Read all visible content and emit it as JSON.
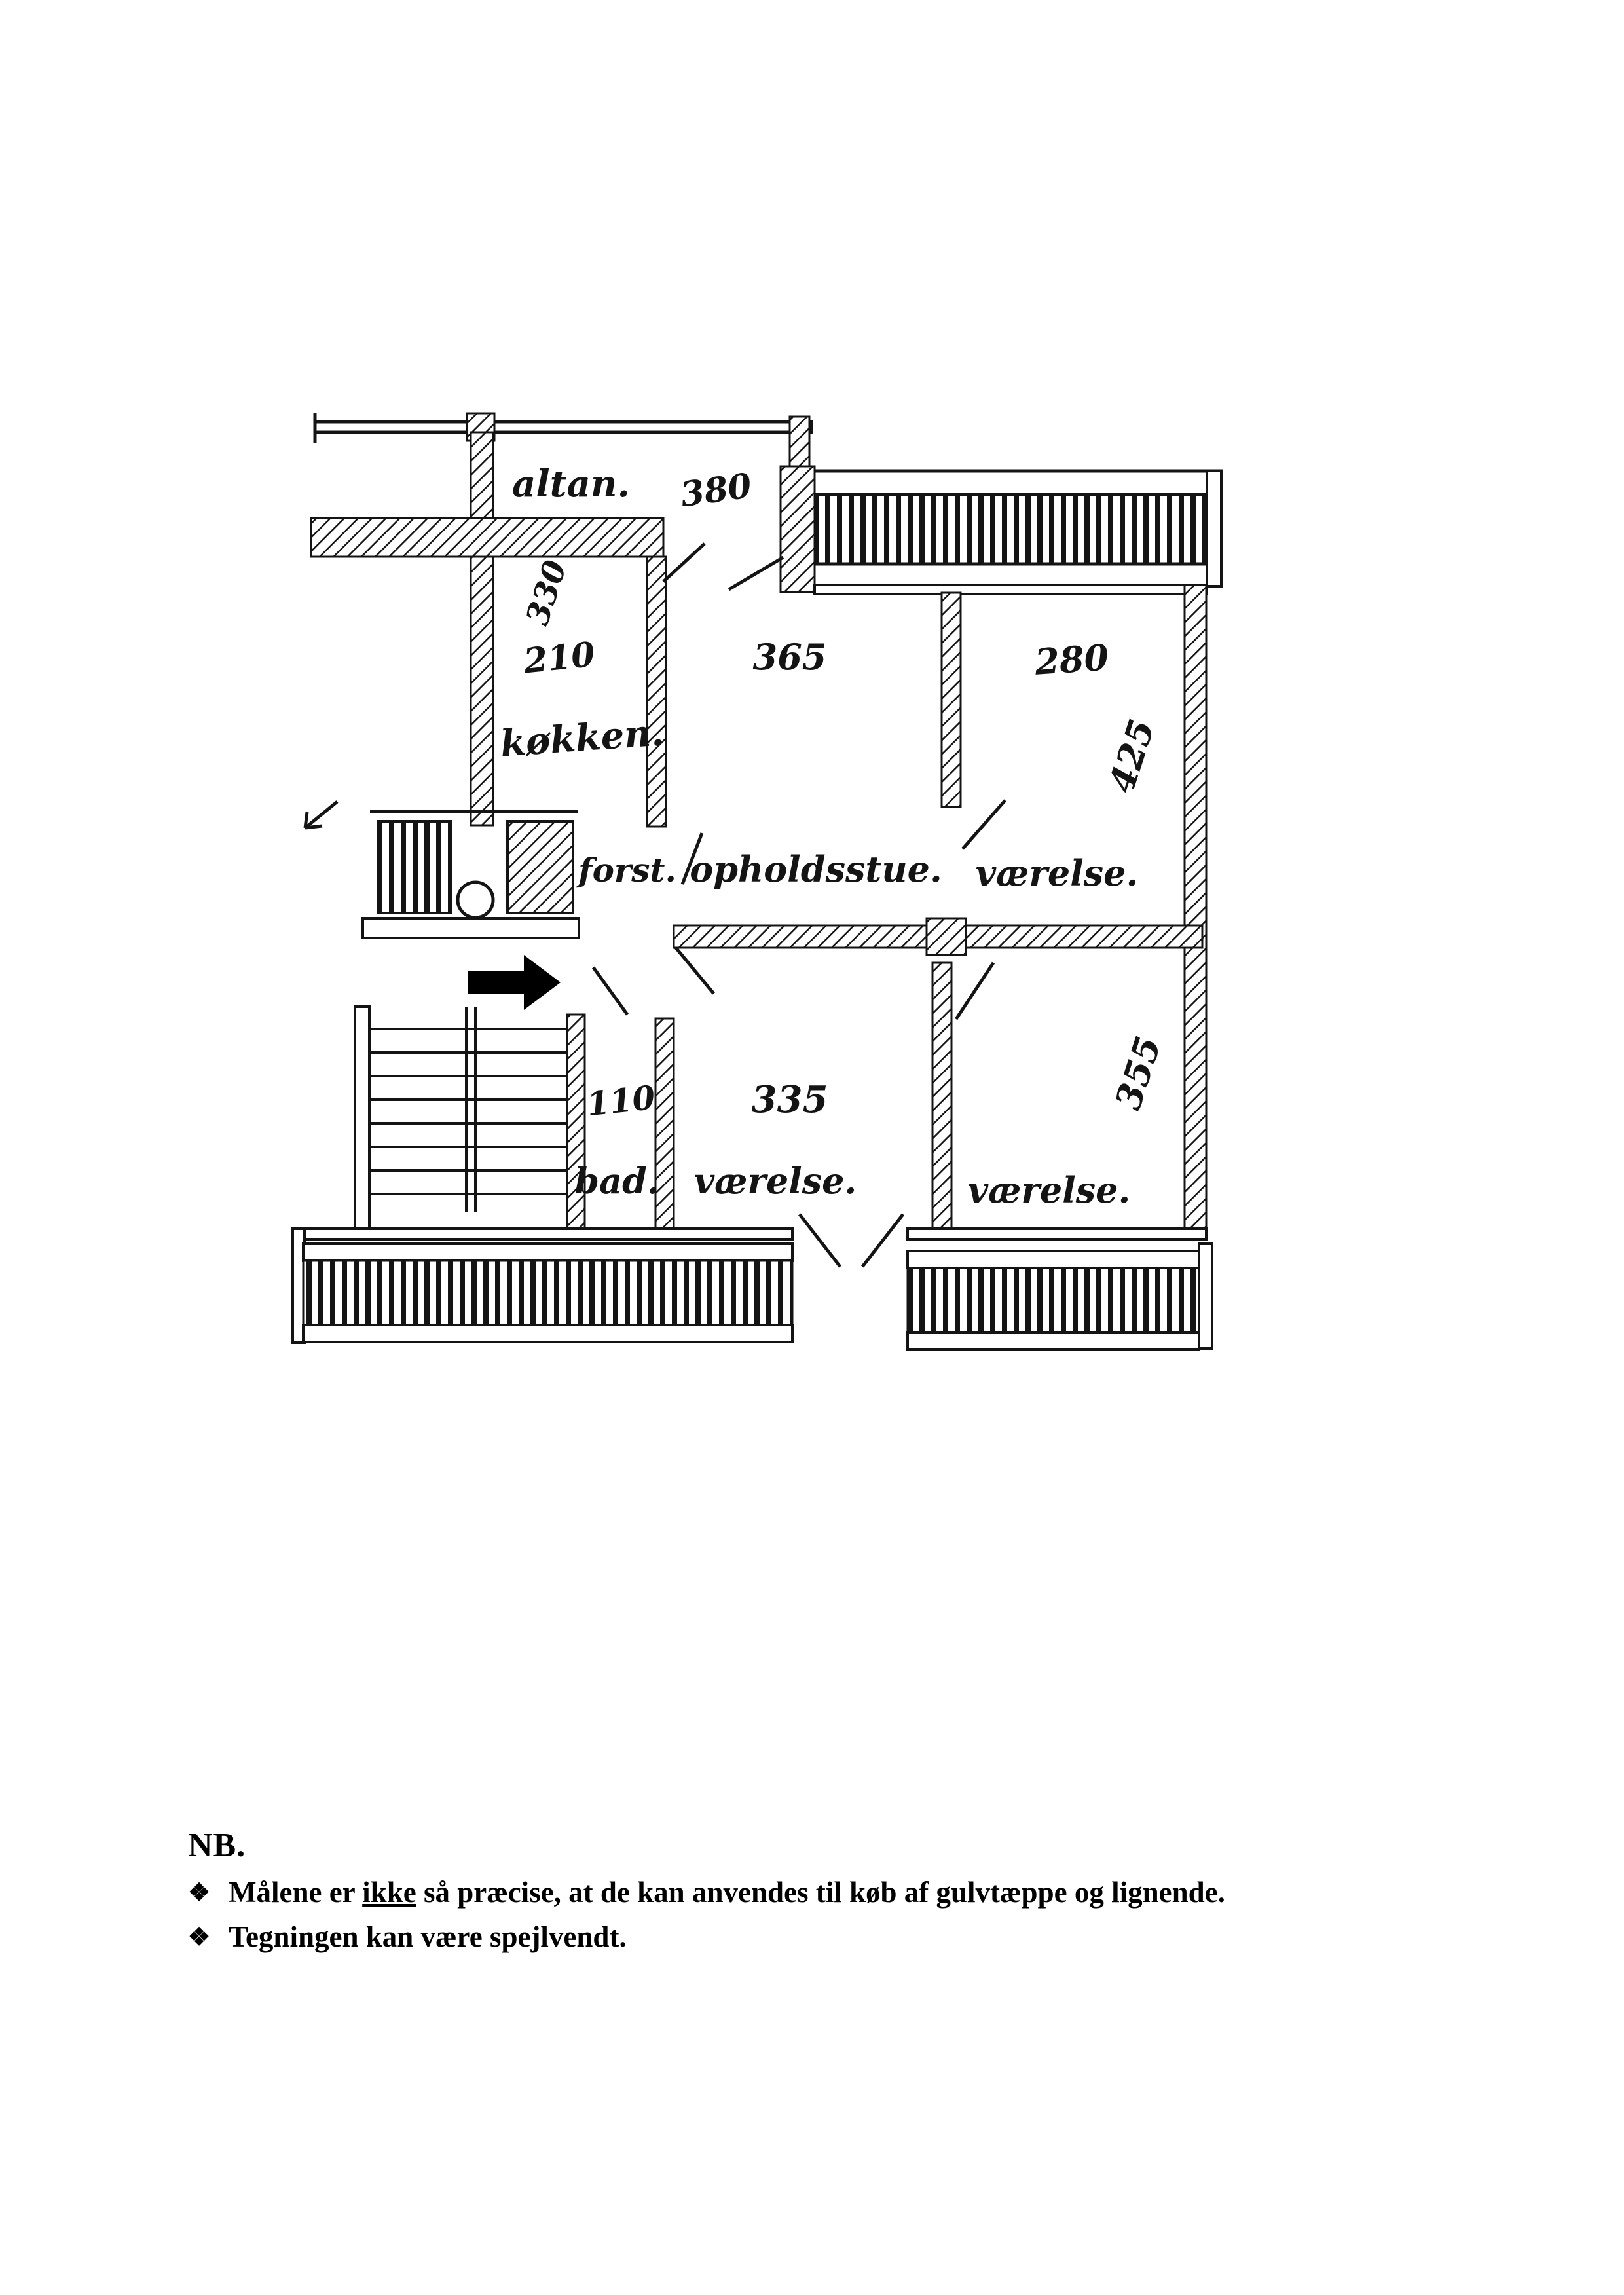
{
  "colors": {
    "paper": "#ffffff",
    "ink": "#111111"
  },
  "plan": {
    "labels": {
      "altan": "altan.",
      "kokken": "køkken.",
      "forst": "forst.",
      "opholdsstue": "opholdsstue.",
      "vaerelse_right": "værelse.",
      "bad": "bad.",
      "vaerelse_center": "værelse.",
      "vaerelse_bottom_right": "værelse."
    },
    "measurements": {
      "altan_width": "380",
      "kokken_length": "330",
      "kokken_width": "210",
      "opholdsstue_width": "365",
      "vaerelse_right_width": "280",
      "vaerelse_right_length": "425",
      "bad_width": "110",
      "vaerelse_center_width": "335",
      "vaerelse_bottom_right_length": "355"
    }
  },
  "notes": {
    "heading": "NB.",
    "bullet": "❖",
    "item1": {
      "pre": "Målene er ",
      "underlined": "ikke",
      "post": " så præcise, at de kan anvendes til køb af gulvtæppe og lignende."
    },
    "item2": "Tegningen kan være spejlvendt."
  }
}
